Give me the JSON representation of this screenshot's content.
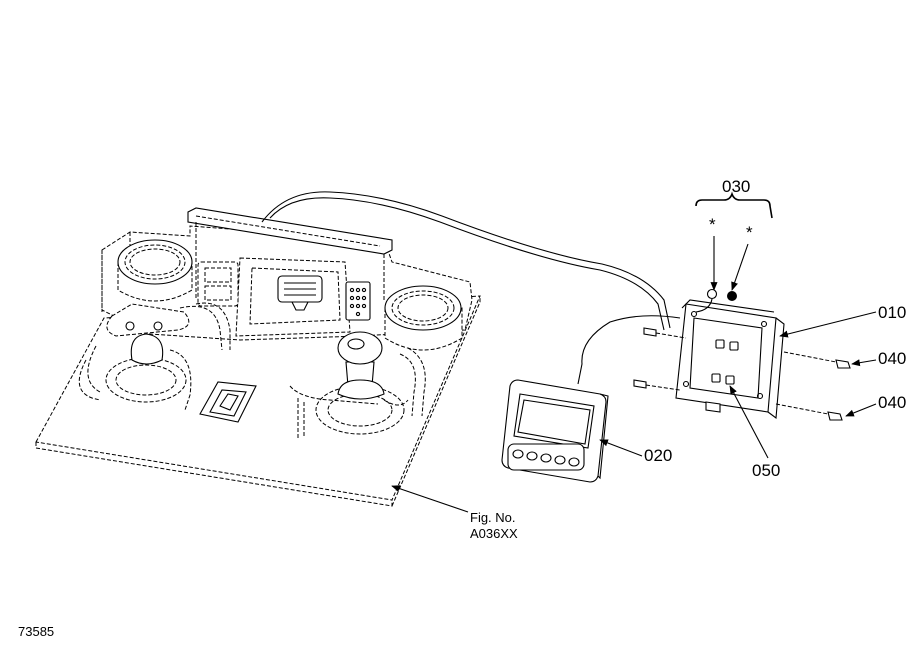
{
  "callouts": {
    "c010": "010",
    "c020": "020",
    "c030": "030",
    "c040a": "040",
    "c040b": "040",
    "c050": "050",
    "asterisk1": "*",
    "asterisk2": "*"
  },
  "figure": {
    "fig_label": "Fig. No.",
    "fig_number": "A036XX",
    "drawing_number": "73585"
  }
}
